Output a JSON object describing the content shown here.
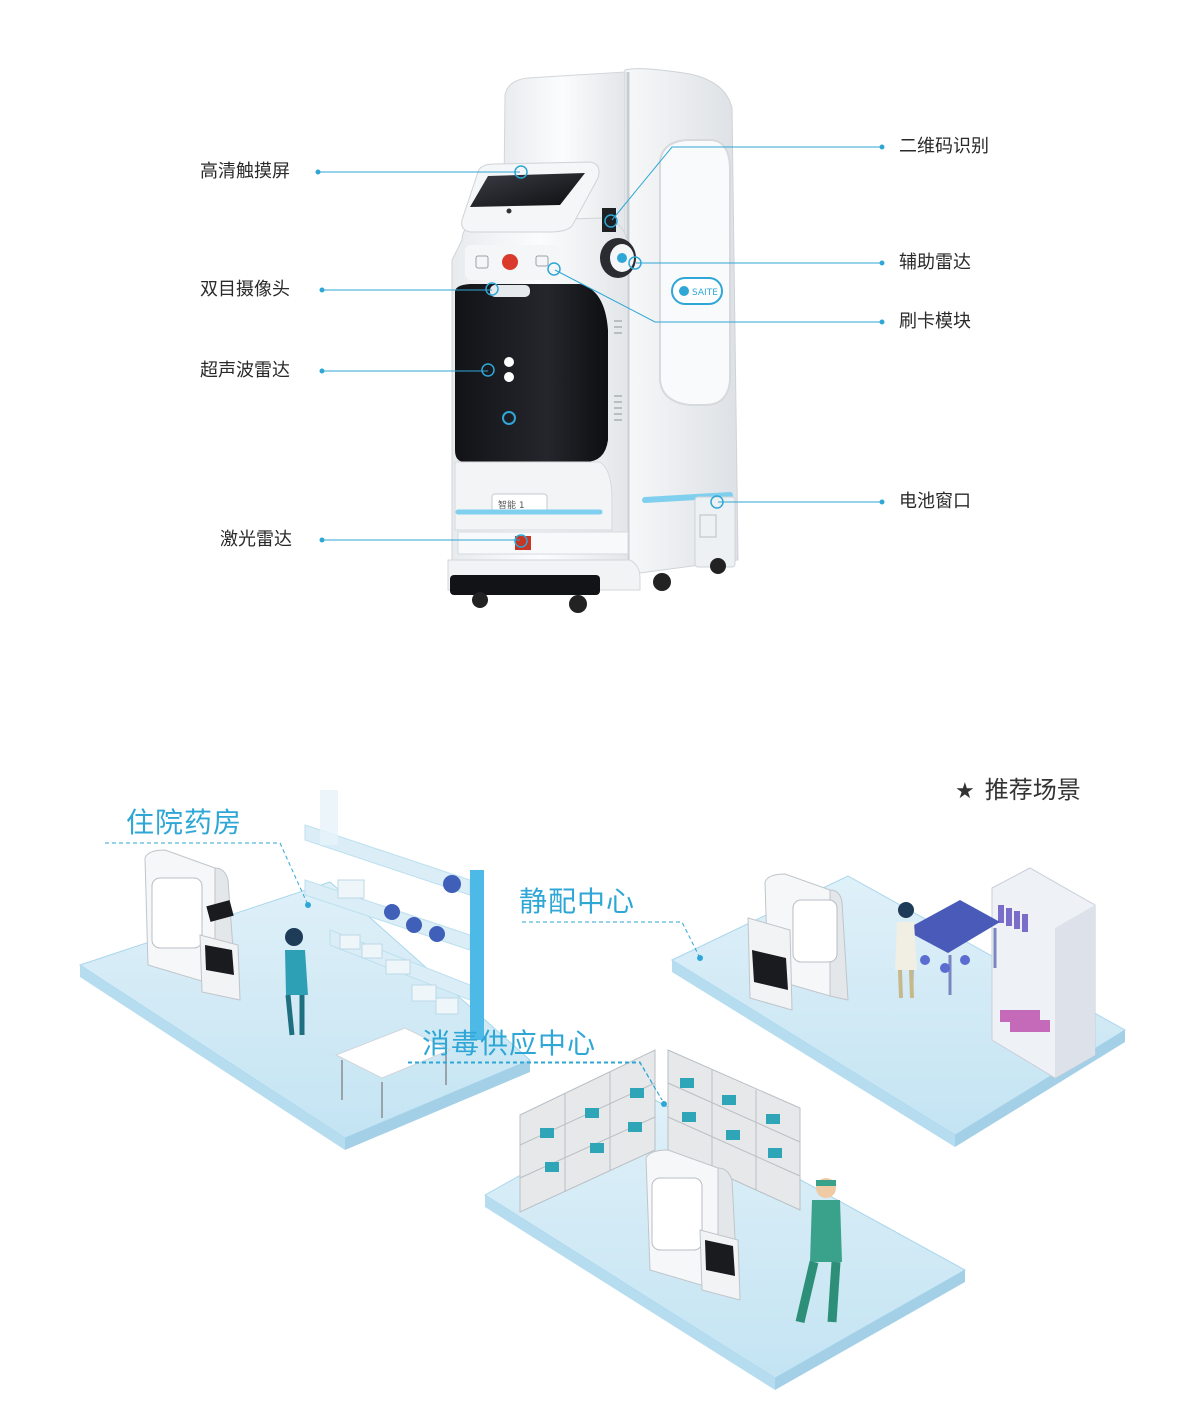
{
  "callouts_left": [
    {
      "id": "hd-touchscreen",
      "label": "高清触摸屏"
    },
    {
      "id": "binocular-camera",
      "label": "双目摄像头"
    },
    {
      "id": "ultrasonic-radar",
      "label": "超声波雷达"
    },
    {
      "id": "laser-radar",
      "label": "激光雷达"
    }
  ],
  "callouts_right": [
    {
      "id": "qr-recognition",
      "label": "二维码识别"
    },
    {
      "id": "aux-radar",
      "label": "辅助雷达"
    },
    {
      "id": "card-module",
      "label": "刷卡模块"
    },
    {
      "id": "battery-window",
      "label": "电池窗口"
    }
  ],
  "robot": {
    "panel_badge": "SAITE",
    "plate_text": "智能 1"
  },
  "recommend": {
    "star": "★",
    "label": "推荐场景"
  },
  "scenes": [
    {
      "id": "inpatient-pharmacy",
      "label": "住院药房"
    },
    {
      "id": "pivas",
      "label": "静配中心"
    },
    {
      "id": "cssd",
      "label": "消毒供应中心"
    }
  ],
  "colors": {
    "accent": "#2ea7d6",
    "platform": "#cfe9f5",
    "platform_edge": "#a9d6ec",
    "robot_body": "#f3f5f7",
    "robot_dark": "#1b1c20"
  }
}
